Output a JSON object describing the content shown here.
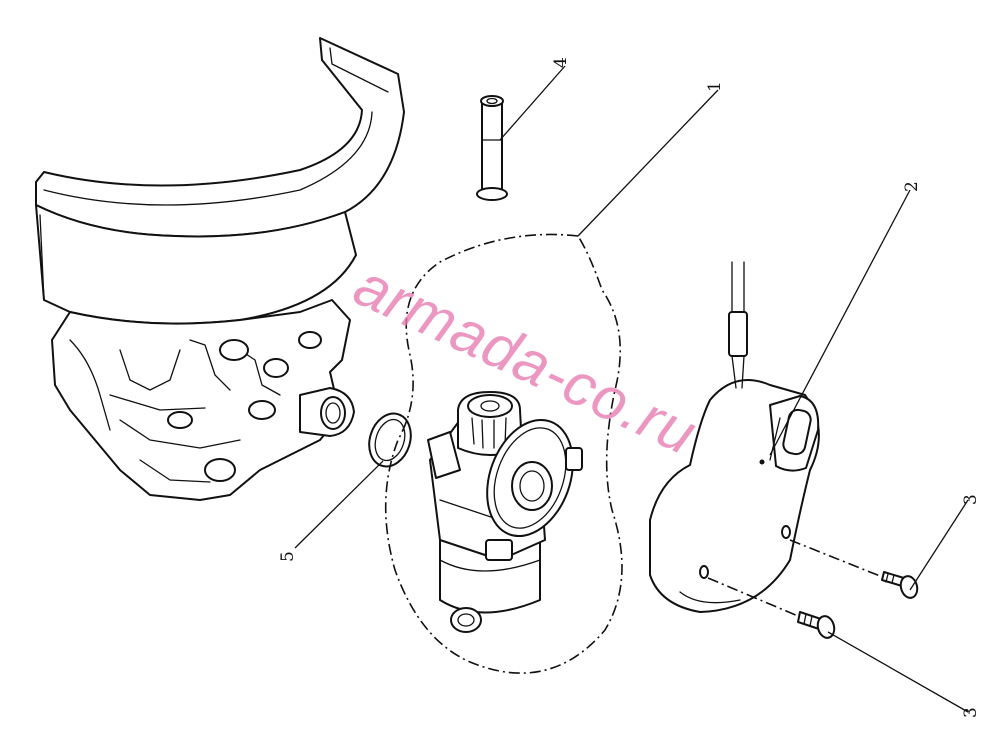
{
  "callouts": {
    "item_1": "1",
    "item_2": "2",
    "item_3a": "3",
    "item_3b": "3",
    "item_4": "4",
    "item_5": "5"
  },
  "watermark": {
    "text": "armada-co.ru",
    "color": "#e77ab0"
  }
}
